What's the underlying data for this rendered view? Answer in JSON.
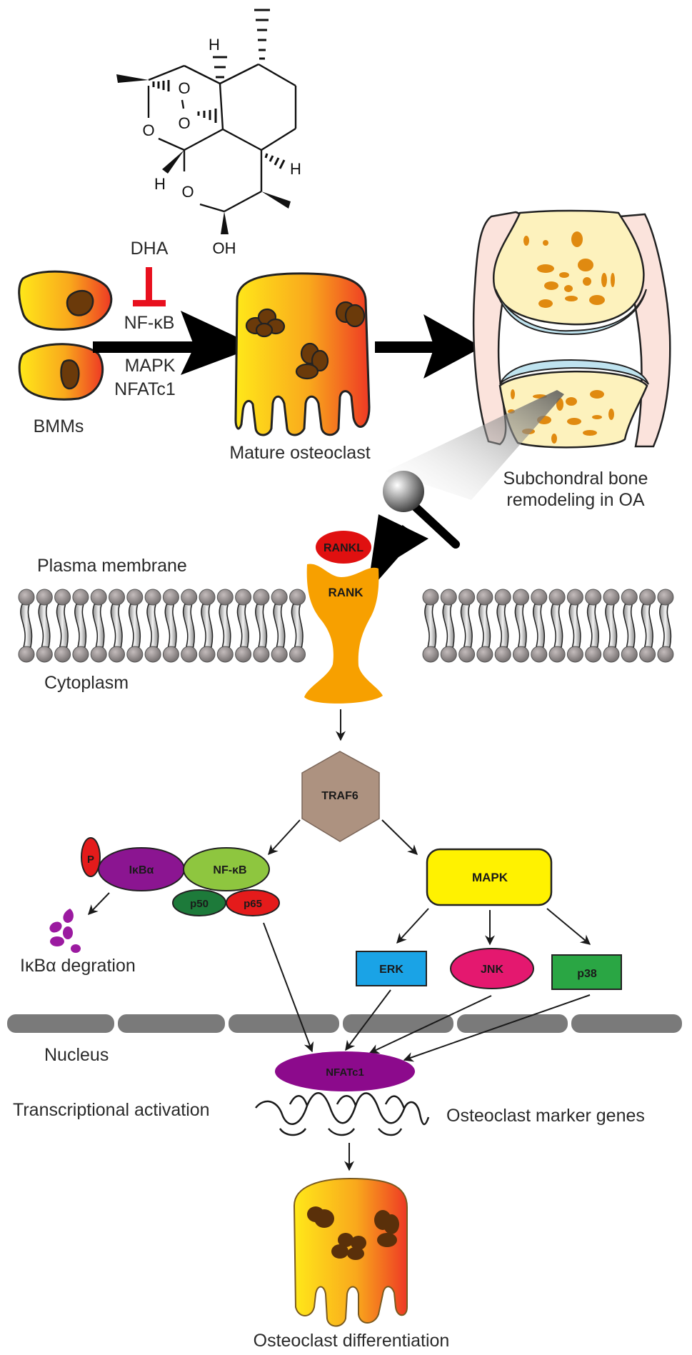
{
  "figure": {
    "molecule": {
      "name": "dihydroartemisinin-structure",
      "atom_labels": {
        "h_top": "H",
        "h_left": "H",
        "h_right": "H",
        "o1": "O",
        "o2": "O",
        "o3": "O",
        "o4": "O",
        "oh": "OH"
      }
    },
    "top_panel": {
      "inhibitor_label": "DHA",
      "pathway_labels": [
        "NF-κB",
        "MAPK",
        "NFATc1"
      ],
      "bmms_label": "BMMs",
      "mature_osteoclast_label": "Mature osteoclast",
      "joint_label_line1": "Subchondral bone",
      "joint_label_line2": "remodeling in OA"
    },
    "membrane": {
      "plasma_membrane_label": "Plasma membrane",
      "cytoplasm_label": "Cytoplasm",
      "ligand": "RANKL",
      "receptor": "RANK"
    },
    "signaling": {
      "adaptor": "TRAF6",
      "phospho": "P",
      "ikba": "IκBα",
      "nfkb": "NF-κB",
      "p50": "p50",
      "p65": "p65",
      "degradation_label": "IκBα degration",
      "mapk": "MAPK",
      "erk": "ERK",
      "jnk": "JNK",
      "p38": "p38"
    },
    "nucleus": {
      "nucleus_label": "Nucleus",
      "tf": "NFATc1",
      "transcription_label": "Transcriptional activation",
      "marker_genes_label": "Osteoclast marker genes",
      "outcome_label": "Osteoclast differentiation"
    },
    "colors": {
      "inhibition_red": "#e8101e",
      "cell_yellow": "#ffe600",
      "cell_orange": "#f04a24",
      "nucleus_brown": "#6b3a0a",
      "rankl_red": "#e01010",
      "rank_orange": "#f7a000",
      "traf6_tan": "#ad9280",
      "ikba_purple": "#8b1591",
      "nfkb_green": "#8ec63f",
      "p50_green": "#1d7a3a",
      "p65_red": "#e41b1b",
      "mapk_yellow": "#fff200",
      "erk_blue": "#1aa3e6",
      "jnk_pink": "#e4186f",
      "p38_green": "#2aa644",
      "nfatc1_purple": "#8c0a8c",
      "envelope_gray": "#7a7a7a",
      "bone_cream": "#fdf2bd",
      "bone_spot": "#e08a10",
      "cartilage_blue": "#bfe3ef",
      "capsule_pink": "#fbe3dc"
    }
  }
}
